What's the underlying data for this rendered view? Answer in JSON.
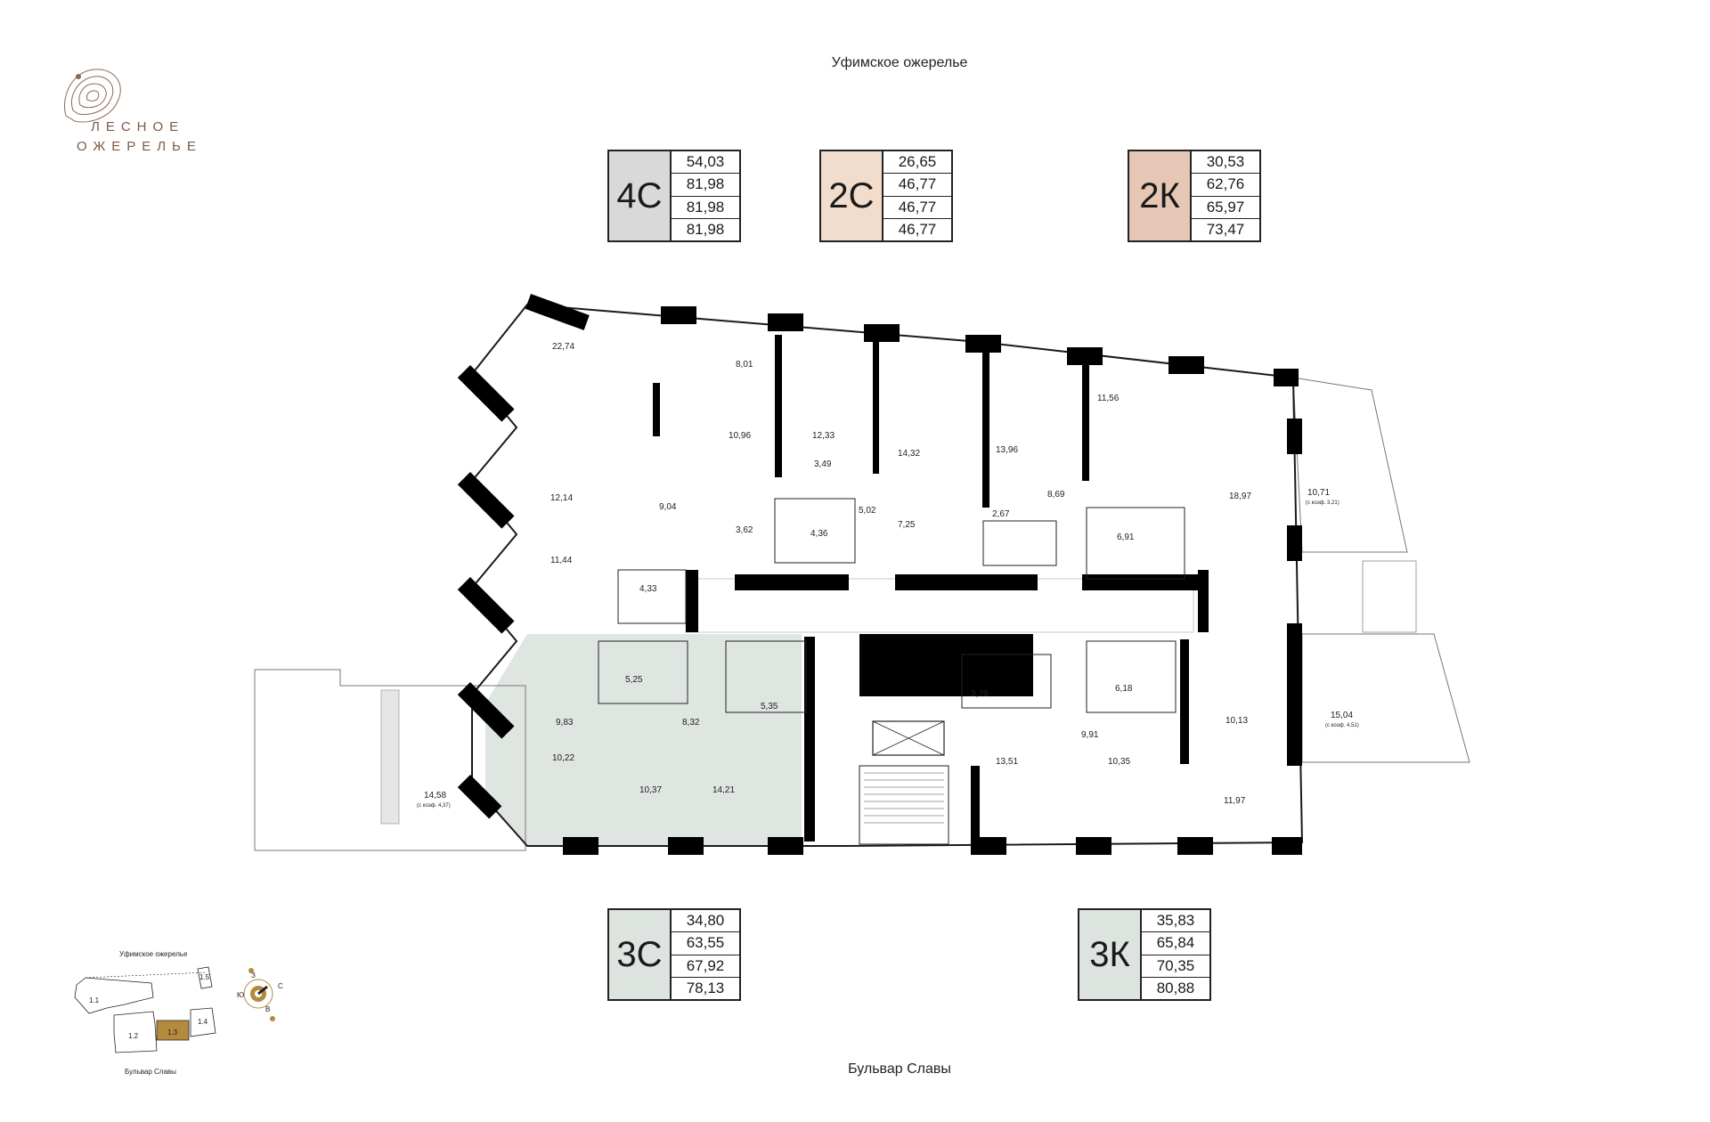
{
  "streets": {
    "north": "Уфимское ожерелье",
    "south": "Бульвар Славы"
  },
  "brand": {
    "line1": "ЛЕСНОЕ",
    "line2": "ОЖЕРЕЛЬЕ",
    "color": "#7b5a44"
  },
  "legend": [
    {
      "type": "4С",
      "color": "#d9d9d9",
      "areas": [
        "54,03",
        "81,98",
        "81,98",
        "81,98"
      ]
    },
    {
      "type": "2С",
      "color": "#f2dccc",
      "areas": [
        "26,65",
        "46,77",
        "46,77",
        "46,77"
      ]
    },
    {
      "type": "2К",
      "color": "#e6c6b4",
      "areas": [
        "30,53",
        "62,76",
        "65,97",
        "73,47"
      ]
    },
    {
      "type": "3С",
      "color": "#dde3de",
      "areas": [
        "34,80",
        "63,55",
        "67,92",
        "78,13"
      ]
    },
    {
      "type": "3К",
      "color": "#dde3de",
      "areas": [
        "35,83",
        "65,84",
        "70,35",
        "80,88"
      ]
    }
  ],
  "highlight_color": "#dfe5e1",
  "rooms": {
    "r1": "22,74",
    "r2": "12,14",
    "r3": "11,44",
    "r4": "8,01",
    "r5": "10,96",
    "r6": "9,04",
    "r7": "4,33",
    "r8": "3,62",
    "r9": "12,33",
    "r10": "3,49",
    "r11": "4,36",
    "r12": "5,02",
    "r13": "14,32",
    "r14": "7,25",
    "r15": "13,96",
    "r16": "2,67",
    "r17": "11,56",
    "r18": "8,69",
    "r19": "6,91",
    "r20": "18,97",
    "r21": "10,71",
    "r21n": "(с коэф. 3,21)",
    "r22": "5,25",
    "r23": "9,83",
    "r24": "8,32",
    "r25": "5,35",
    "r26": "10,22",
    "r27": "10,37",
    "r28": "14,21",
    "r29": "14,58",
    "r29n": "(с коэф. 4,37)",
    "r30": "3,79",
    "r31": "6,18",
    "r32": "9,91",
    "r33": "10,13",
    "r34": "15,04",
    "r34n": "(с коэф. 4,51)",
    "r35": "13,51",
    "r36": "10,35",
    "r37": "11,97"
  },
  "minimap": {
    "street_top": "Уфимское ожерелье",
    "street_bottom": "Бульвар Славы",
    "sections": [
      "1.1",
      "1.2",
      "1.3",
      "1.4",
      "1.5"
    ],
    "active_section": "1.3",
    "active_color": "#b48a3c",
    "compass": [
      "З",
      "С",
      "Ю",
      "В"
    ]
  }
}
